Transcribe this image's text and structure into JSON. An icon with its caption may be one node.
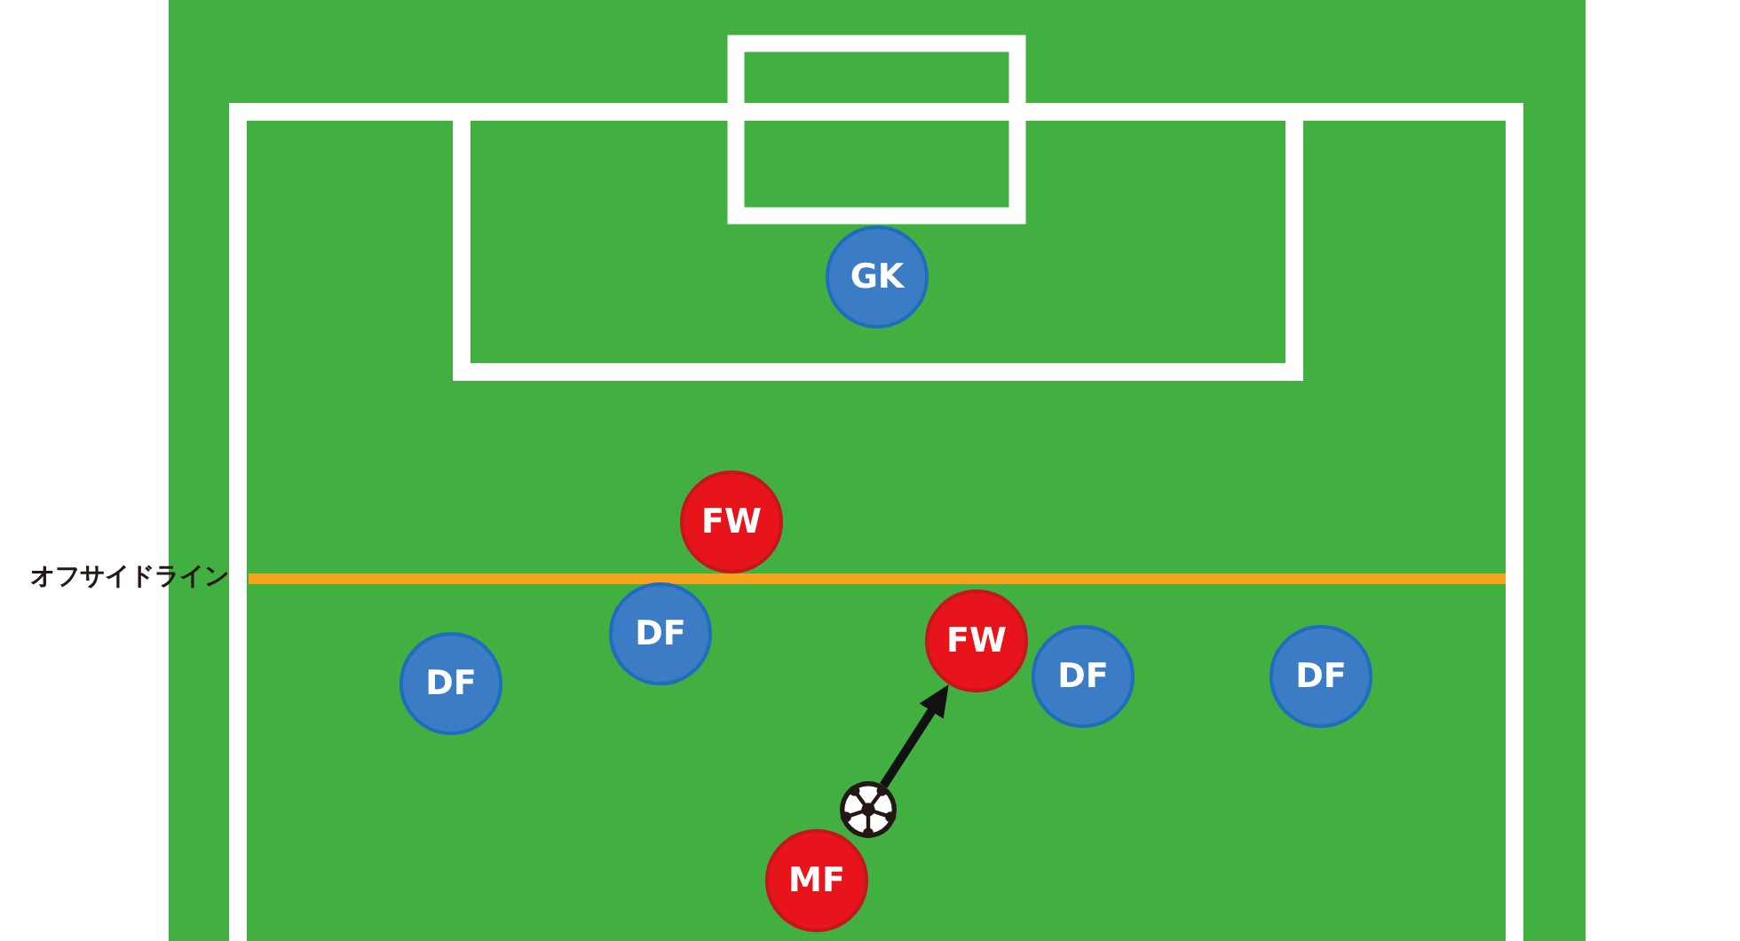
{
  "diagram": {
    "nodes": [
      {
        "text": [
          "GK"
        ]
      },
      {
        "text": [
          "FW"
        ]
      },
      {
        "text": [
          "DF"
        ]
      },
      {
        "text": [
          "FW"
        ]
      },
      {
        "text": [
          "DF"
        ]
      },
      {
        "text": [
          "DF"
        ]
      },
      {
        "text": [
          "DF"
        ]
      },
      {
        "text": [],
        "shape": "picture"
      },
      {
        "text": [
          "MF"
        ]
      }
    ],
    "edges": [
      {
        "from": 7,
        "to": 3,
        "arrow": "to"
      }
    ],
    "labels": [
      "オフサイドライン"
    ]
  }
}
